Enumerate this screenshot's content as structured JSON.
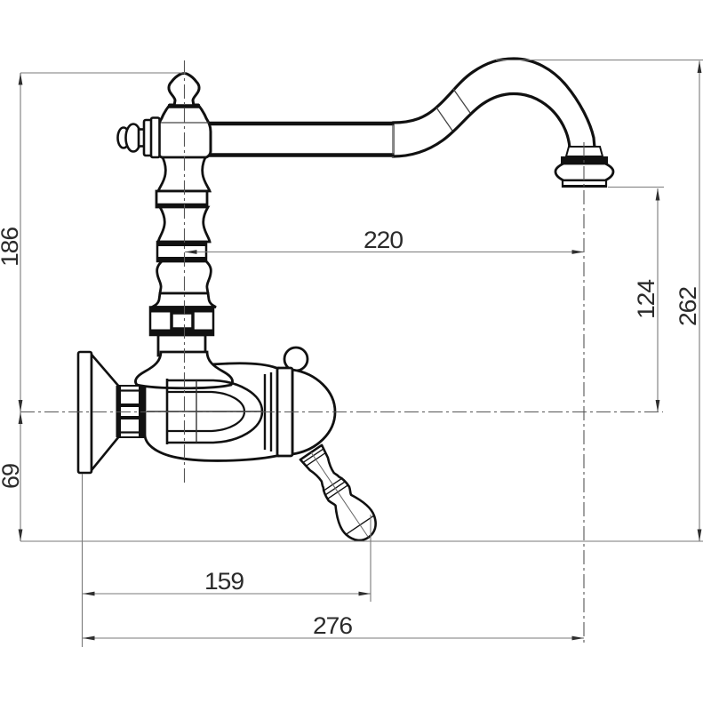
{
  "document": {
    "type": "technical dimension drawing",
    "subject": "wall-mounted classic faucet with swivel spout and lever handle, side view"
  },
  "colors": {
    "background": "#ffffff",
    "outline": "#111111",
    "dimension_line": "#7a7a7a",
    "dimension_text": "#2b2b2b"
  },
  "dimensions": {
    "height_axis_to_top": "186",
    "height_axis_to_handle_bottom": "69",
    "spout_reach_from_column_axis": "220",
    "height_outlet_above_axis": "124",
    "overall_height": "262",
    "handle_reach_from_wall": "159",
    "outlet_reach_from_wall": "276"
  }
}
